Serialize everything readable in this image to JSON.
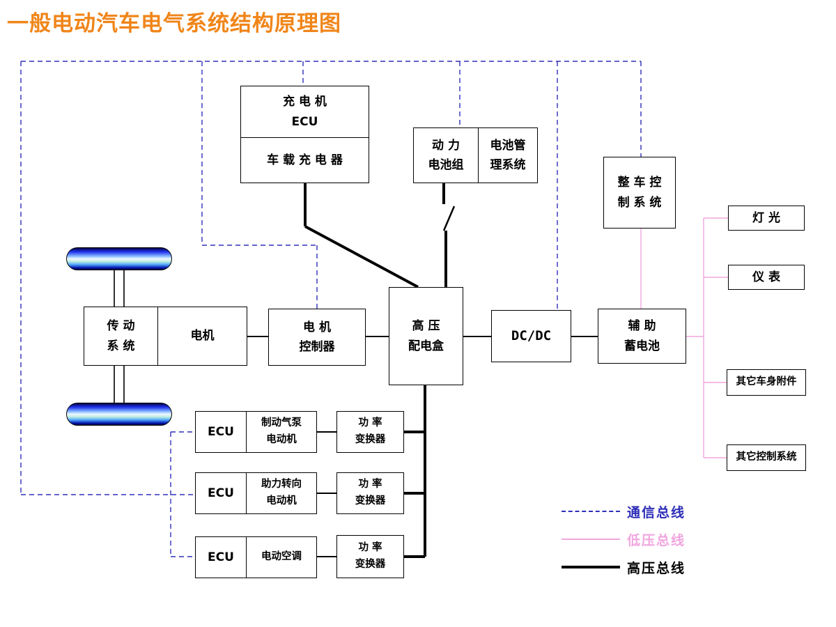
{
  "title": "一般电动汽车电气系统结构原理图",
  "colors": {
    "title": "#f08519",
    "comm_bus": "#2e2eb8",
    "lv_bus": "#f0a6de",
    "hv_bus": "#000000"
  },
  "boxes": {
    "charger_ecu": "充 电 机\nECU",
    "onboard_charger": "车 载 充 电 器",
    "power_battery": "动 力\n电池组",
    "battery_mgmt": "电池管\n理系统",
    "vehicle_controller": "整 车 控\n制 系 统",
    "lights": "灯 光",
    "instruments": "仪 表",
    "other_body": "其它车身附件",
    "other_control": "其它控制系统",
    "transmission": "传 动\n系 统",
    "motor": "电机",
    "motor_controller": "电 机\n控制器",
    "hv_distribution": "高 压\n配电盒",
    "dcdc": "DC/DC",
    "aux_battery": "辅 助\n蓄电池"
  },
  "actuators": [
    {
      "ecu": "ECU",
      "device": "制动气泵\n电动机",
      "converter": "功 率\n变换器"
    },
    {
      "ecu": "ECU",
      "device": "助力转向\n电动机",
      "converter": "功 率\n变换器"
    },
    {
      "ecu": "ECU",
      "device": "电动空调",
      "converter": "功 率\n变换器"
    }
  ],
  "legend": [
    {
      "label": "通信总线",
      "type": "comm"
    },
    {
      "label": "低压总线",
      "type": "lv"
    },
    {
      "label": "高压总线",
      "type": "hv"
    }
  ]
}
